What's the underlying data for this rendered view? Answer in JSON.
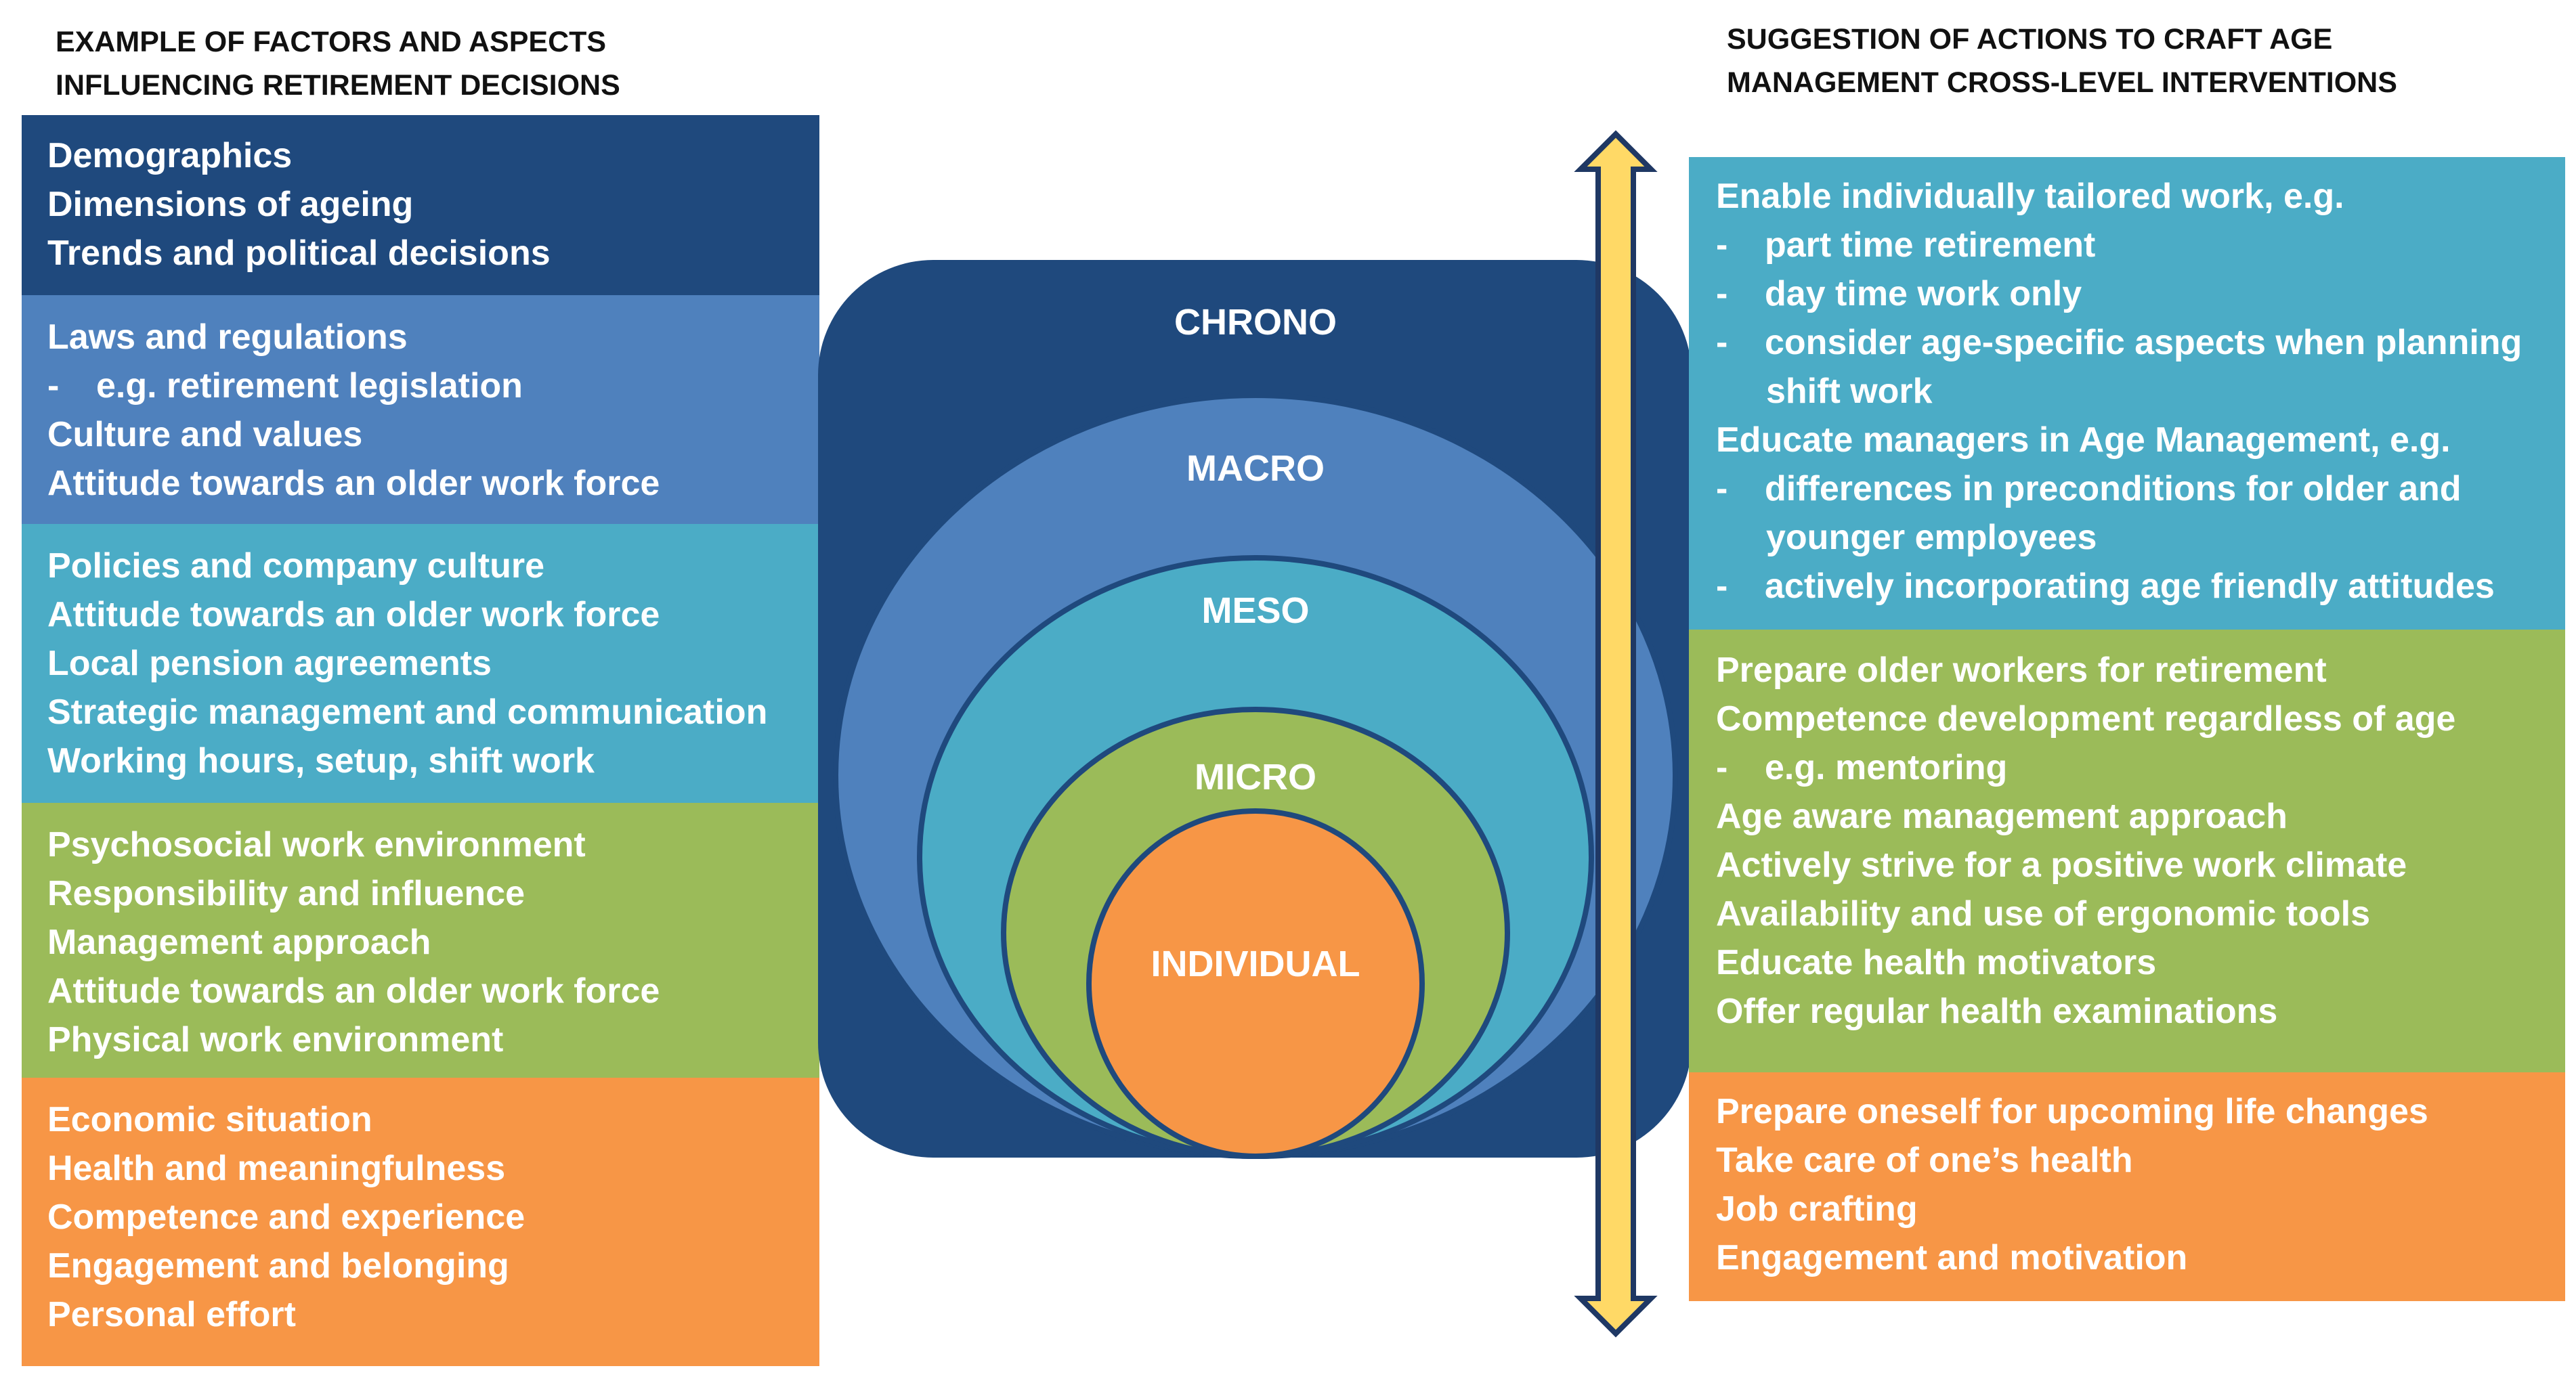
{
  "left_heading": "EXAMPLE OF FACTORS AND ASPECTS\nINFLUENCING RETIREMENT DECISIONS",
  "right_heading": "SUGGESTION OF ACTIONS TO CRAFT AGE\nMANAGEMENT CROSS-LEVEL INTERVENTIONS",
  "levels": {
    "chrono": "CHRONO",
    "macro": "MACRO",
    "meso": "MESO",
    "micro": "MICRO",
    "individual": "INDIVIDUAL"
  },
  "colors": {
    "chrono": "#1f497d",
    "macro": "#4f81bd",
    "meso": "#4bacc6",
    "micro": "#9bbb59",
    "individual": "#f79646",
    "arrow_fill": "#ffd966",
    "arrow_outline": "#1f3864"
  },
  "factors": {
    "chrono": {
      "lines": [
        "Demographics",
        "Dimensions of ageing",
        "Trends and political decisions"
      ]
    },
    "macro": {
      "lines": [
        "Laws and regulations",
        "e.g. retirement legislation",
        "Culture and values",
        "Attitude towards an older work force"
      ]
    },
    "meso": {
      "lines": [
        "Policies and company culture",
        "Attitude towards an older work force",
        "Local pension agreements",
        "Strategic management and communication",
        "Working hours, setup, shift work"
      ]
    },
    "micro": {
      "lines": [
        "Psychosocial work environment",
        "Responsibility and influence",
        "Management approach",
        "Attitude towards an older work force",
        "Physical work environment"
      ]
    },
    "individual": {
      "lines": [
        "Economic situation",
        "Health and meaningfulness",
        "Competence and experience",
        "Engagement and belonging",
        "Personal effort"
      ]
    }
  },
  "actions": {
    "meso": {
      "lines": [
        "Enable individually tailored work, e.g.",
        "part time retirement",
        "day time work only",
        "consider age-specific aspects when planning",
        "shift work",
        "Educate managers in Age Management, e.g.",
        "differences in preconditions for older and",
        "younger employees",
        "actively incorporating age friendly attitudes"
      ]
    },
    "micro": {
      "lines": [
        "Prepare older workers for retirement",
        "Competence development regardless of age",
        "e.g. mentoring",
        "Age aware management approach",
        "Actively strive for a positive work climate",
        "Availability and use of ergonomic tools",
        "Educate health motivators",
        "Offer regular health examinations"
      ]
    },
    "individual": {
      "lines": [
        "Prepare oneself for upcoming life changes",
        "Take care of one’s health",
        "Job crafting",
        "Engagement and motivation"
      ]
    }
  }
}
